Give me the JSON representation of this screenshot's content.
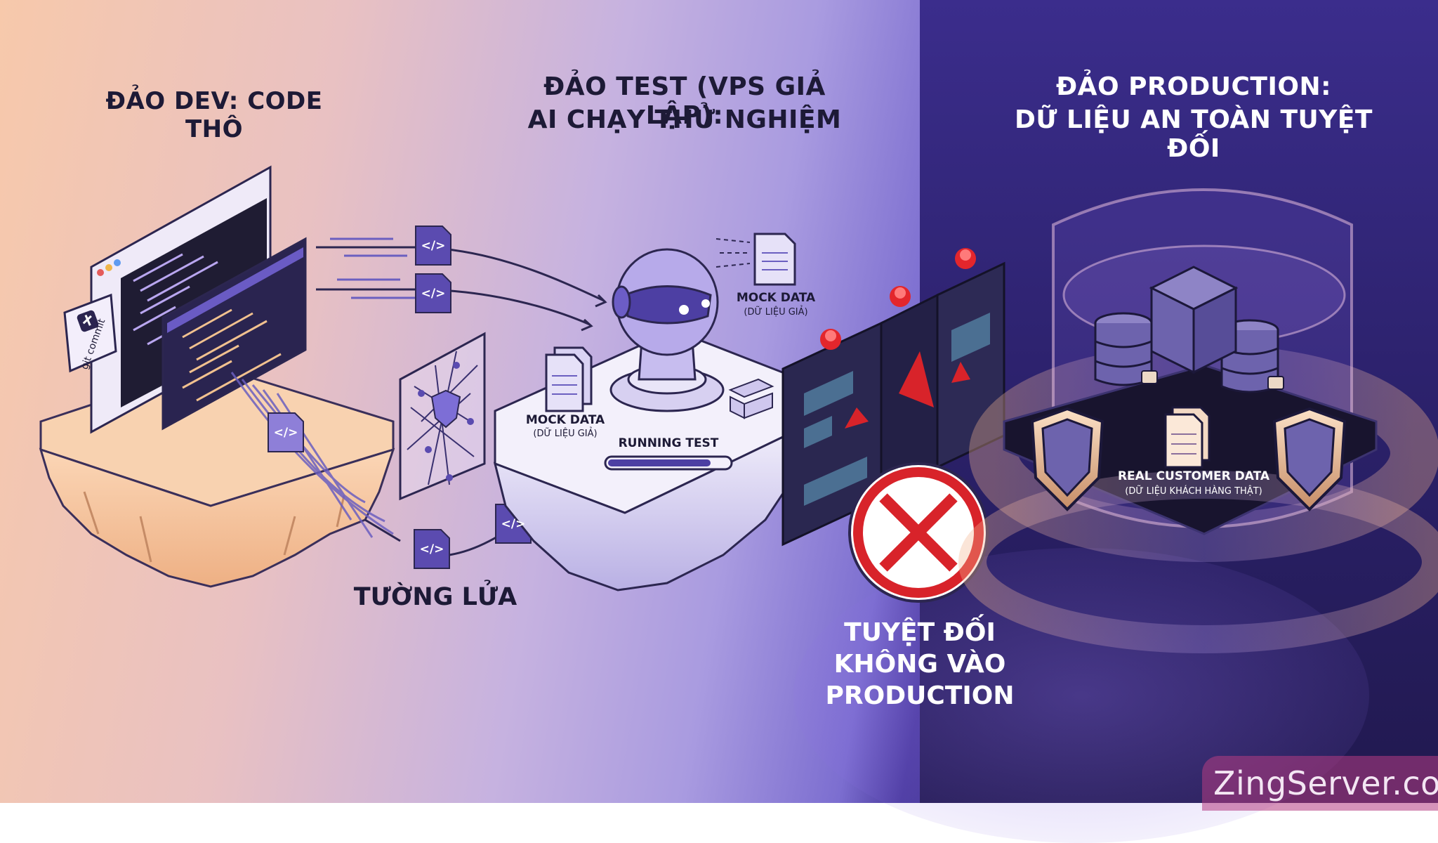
{
  "titles": {
    "dev": "ĐẢO DEV: CODE THÔ",
    "test_line1": "ĐẢO TEST (VPS GIẢ LẬP):",
    "test_line2": "AI CHẠY THỬ NGHIỆM",
    "prod_line1": "ĐẢO PRODUCTION:",
    "prod_line2": "DỮ LIỆU AN TOÀN TUYỆT ĐỐI"
  },
  "labels": {
    "git_commit": "git commit",
    "firewall": "TƯỜNG LỬA",
    "mock_data_top": "MOCK DATA",
    "mock_data_top_sub": "(DỮ LIỆU GIẢ)",
    "mock_data_left": "MOCK DATA",
    "mock_data_left_sub": "(DỮ LIỆU GIẢ)",
    "running_test": "RUNNING TEST",
    "block_line1": "TUYỆT ĐỐI",
    "block_line2": "KHÔNG VÀO",
    "block_line3": "PRODUCTION",
    "real_data": "REAL CUSTOMER DATA",
    "real_data_sub": "(DỮ LIỆU KHÁCH HÀNG THẬT)",
    "code_icon": "</>"
  },
  "progress": {
    "running_test": 0.85
  },
  "watermark": "ZingServer.com",
  "colors": {
    "accent_purple": "#5b4bb0",
    "danger_red": "#d8232a",
    "dark_navy": "#231b55",
    "sand": "#f6c9a4"
  }
}
